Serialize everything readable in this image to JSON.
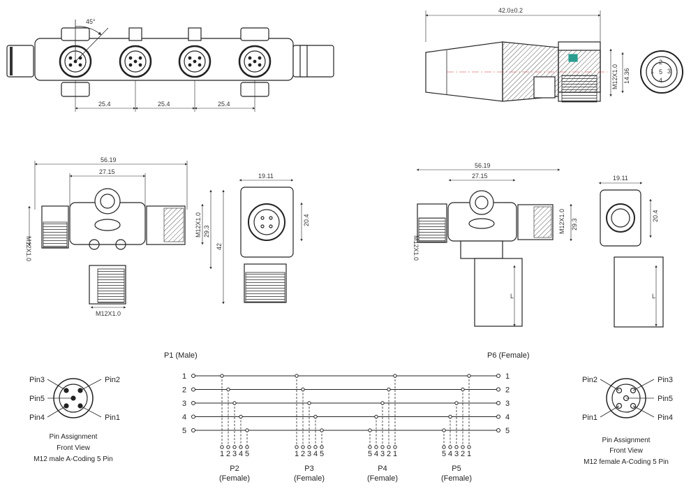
{
  "dims": {
    "angle": "45°",
    "pitch": "25.4",
    "total_length": "42.0±0.2",
    "thread": "M12X1.0",
    "thread_dia": "14.36",
    "width": "56.19",
    "inner_width": "27.15",
    "height": "42",
    "height_inner": "29.3",
    "side_width": "19.11",
    "side_height": "20.4",
    "bottom_thread": "M12X1.0",
    "cable_len": "L"
  },
  "wiring": {
    "p1_label": "P1 (Male)",
    "p6_label": "P6 (Female)",
    "lines": [
      "1",
      "2",
      "3",
      "4",
      "5"
    ],
    "ports": [
      {
        "name": "P2",
        "sub": "(Female)",
        "pins": [
          "1",
          "2",
          "3",
          "4",
          "5"
        ]
      },
      {
        "name": "P3",
        "sub": "(Female)",
        "pins": [
          "1",
          "2",
          "3",
          "4",
          "5"
        ]
      },
      {
        "name": "P4",
        "sub": "(Female)",
        "pins": [
          "5",
          "4",
          "3",
          "2",
          "1"
        ]
      },
      {
        "name": "P5",
        "sub": "(Female)",
        "pins": [
          "5",
          "4",
          "3",
          "2",
          "1"
        ]
      }
    ]
  },
  "male_pins": {
    "pin1": "Pin1",
    "pin2": "Pin2",
    "pin3": "Pin3",
    "pin4": "Pin4",
    "pin5": "Pin5",
    "cap1": "Pin  Assignment",
    "cap2": "Front  View",
    "cap3": "M12 male A-Coding 5 Pin"
  },
  "female_pins": {
    "pin1": "Pin1",
    "pin2": "Pin2",
    "pin3": "Pin3",
    "pin4": "Pin4",
    "pin5": "Pin5",
    "cap1": "Pin  Assignment",
    "cap2": "Front  View",
    "cap3": "M12 female A-Coding 5 Pin"
  },
  "cross_section_pins": [
    "1",
    "2",
    "3",
    "4",
    "5"
  ]
}
